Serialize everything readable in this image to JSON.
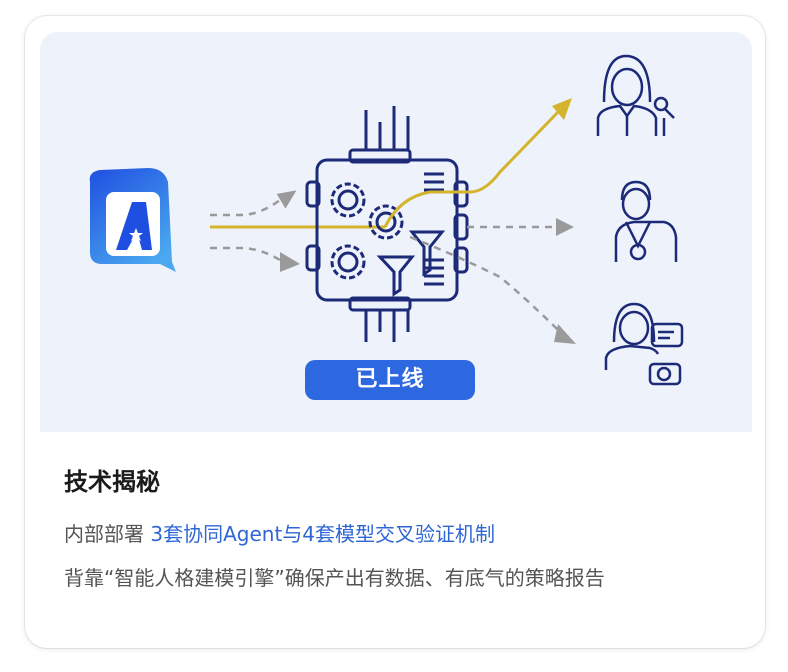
{
  "diagram": {
    "status_badge": "已上线",
    "colors": {
      "brand_blue": "#2e68e0",
      "icon_navy": "#1c2a78",
      "highlight_line": "#d4b42c",
      "dashed_line": "#9a9a9a",
      "hero_bg": "#edf2fb"
    },
    "nodes": {
      "source": "app-logo-icon",
      "processor": "processing-chip-icon",
      "targets": [
        "speaker-with-microphone-icon",
        "medal-winner-icon",
        "photographer-with-chat-icon"
      ]
    }
  },
  "content": {
    "title": "技术揭秘",
    "line1_prefix": "内部部署 ",
    "line1_highlight": "3套协同Agent与4套模型交叉验证机制",
    "line2": "背靠“智能人格建模引擎”确保产出有数据、有底气的策略报告"
  }
}
